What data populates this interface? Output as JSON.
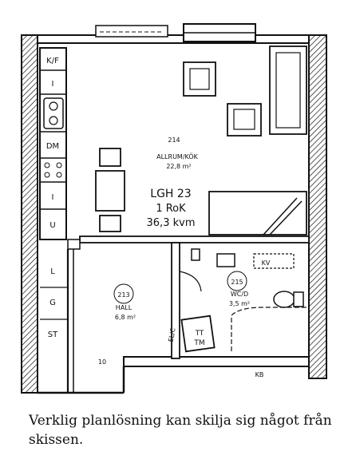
{
  "plan": {
    "kitchen_labels": [
      "K/F",
      "I",
      "DM",
      "I",
      "U"
    ],
    "hall_labels": [
      "L",
      "G",
      "ST"
    ],
    "living": {
      "number": "214",
      "name": "ALLRUM/KÖK",
      "area": "22,8 m²"
    },
    "apartment": {
      "title": "LGH 23",
      "rooms": "1 RoK",
      "area": "36,3 kvm"
    },
    "hall": {
      "number": "213",
      "name": "HALL",
      "area": "6,8 m²"
    },
    "bath": {
      "number": "215",
      "name": "WC/D",
      "area": "3,5 m²"
    },
    "misc": {
      "tt": "TT",
      "tm": "TM",
      "elc": "EL/C",
      "kv": "KV",
      "ten": "10",
      "kb": "KB"
    }
  },
  "caption": "Verklig planlösning kan skilja sig något från skissen."
}
